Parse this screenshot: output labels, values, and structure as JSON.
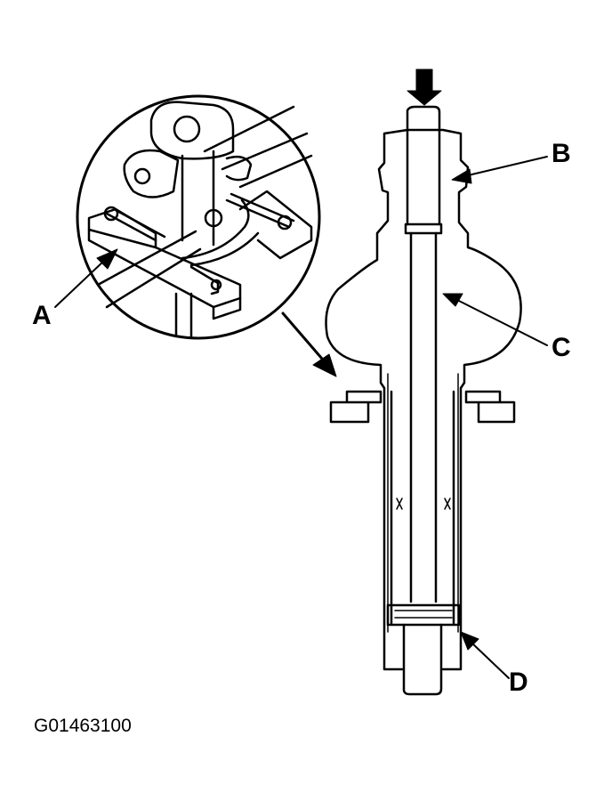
{
  "figure": {
    "id": "G01463100"
  },
  "callouts": {
    "a": "A",
    "b": "B",
    "c": "C",
    "d": "D"
  },
  "colors": {
    "line": "#000000",
    "background": "#ffffff"
  }
}
